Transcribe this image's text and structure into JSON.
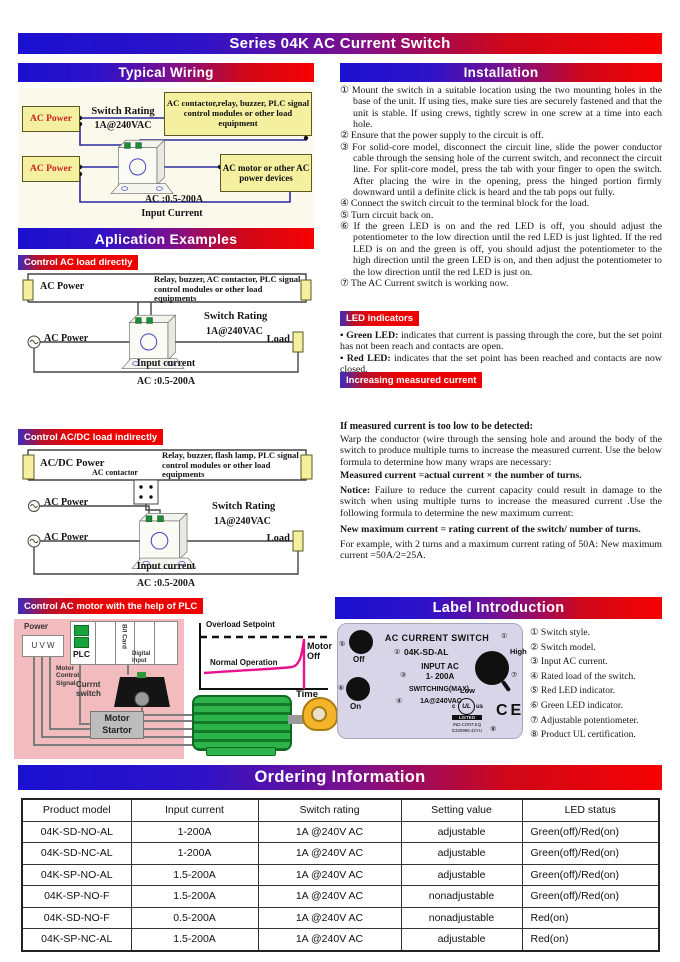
{
  "title": "Series 04K AC Current Switch",
  "colors": {
    "header_gradient_left": "#1a10d0",
    "header_gradient_right": "#f60202",
    "tag_red": "#ee0000",
    "yellow_box": "#f5efa0",
    "wire_navy": "#2a2a9e",
    "plc_pink": "#f2bcbe",
    "motor_green": "#2eb24a",
    "pump_yellow": "#f4b42a",
    "label_card_bg": "#d9d5e9",
    "curve_magenta": "#e8128c"
  },
  "typical": {
    "header": "Typical  Wiring",
    "ac_power_top": "AC Power",
    "relay_box": "AC contactor,relay, buzzer, PLC signal control modules or other load equipment",
    "rating_label": "Switch Rating",
    "rating_value": "1A@240VAC",
    "ac_power_bottom": "AC Power",
    "motor_box": "AC motor or other AC power devices",
    "range": "AC :0.5-200A",
    "input": "Input Current"
  },
  "apl": {
    "header": "Aplication Examples",
    "ex1": {
      "tag": "Control AC load directly",
      "ac_power": "AC Power",
      "relay": "Relay, buzzer, AC contactor, PLC signal control modules or other load equipments",
      "rating_label": "Switch Rating",
      "rating_value": "1A@240VAC",
      "ac_power2": "AC Power",
      "load": "Load",
      "input": "Input current",
      "range": "AC :0.5-200A"
    },
    "ex2": {
      "tag": "Control AC/DC load indirectly",
      "acdc": "AC/DC Power",
      "relay": "Relay, buzzer, flash lamp, PLC signal control modules or other load equipments",
      "contactor": "AC contactor",
      "ac_mid": "AC Power",
      "rating_label": "Switch Rating",
      "rating_value": "1A@240VAC",
      "ac_low": "AC Power",
      "load": "Load",
      "input": "Input current",
      "range": "AC :0.5-200A"
    },
    "ex3": {
      "tag": "Control AC motor with the help of PLC",
      "power": "Power",
      "uvw": "U V W",
      "plc": "PLC",
      "bi_card": "B/I Card",
      "digital": "Digital Input",
      "mcs": "Motor Control Signal",
      "cs": "Currnt switch",
      "starter": "Motor Startor",
      "overload": "Overload Setpoint",
      "normal": "Normal Operation",
      "motor_off": "Motor Off",
      "time": "Time"
    }
  },
  "install": {
    "header": "Installation",
    "steps": [
      {
        "n": "①",
        "t": "Mount the switch in a suitable location using the two mounting holes in the base of the unit. If using ties, make sure ties are securely fastened and that the unit is stable. If using crews, tightly screw in one screw at a time into each hole."
      },
      {
        "n": "②",
        "t": "Ensure that the power supply to the circuit is off."
      },
      {
        "n": "③",
        "t": "For solid-core model, disconnect the circuit line, slide the power conductor cable through the sensing hole of the current switch, and reconnect the circuit line. For split-core model, press the tab with your finger to open the switch. After placing the wire in the opening, press the hinged portion firmly downward until a definite click is heard and the tab pops out fully."
      },
      {
        "n": "④",
        "t": "Connect the switch circuit to the terminal block for the load."
      },
      {
        "n": "⑤",
        "t": "Turn circuit back on."
      },
      {
        "n": "⑥",
        "t": "If the green LED is on and the red LED is off, you should adjust the potentiometer to the low direction until the red LED is just lighted. If the red LED is on and the green is off, you should adjust the potentiometer to the high direction until the green LED is on, and then adjust the potentiometer to the low direction until the red LED is just on."
      },
      {
        "n": "⑦",
        "t": "The AC Current switch is working now."
      }
    ]
  },
  "led": {
    "tag": "LED indicators",
    "items": [
      {
        "label": "• Green LED:",
        "text": " indicates that current is passing through the core, but the set point has not been reach and contacts are open."
      },
      {
        "label": "• Red LED:",
        "text": " indicates that the set point has been reached and contacts are now closed."
      }
    ]
  },
  "increase": {
    "tag": "Increasing measured current",
    "heading": "If measured current is too low to be detected:",
    "para1": "Warp the conductor (wire through the sensing hole and around the body of the switch to produce multiple turns to increase the measured current. Use the below formula to determine how many wraps are necessary:",
    "formula1": "Measured current =actual current × the number of turns.",
    "notice_label": "Notice:",
    "notice_text": " Failure to reduce the current capacity could result in damage to the switch when using multiple turns to increase the measured current .Use the following formula to determine the new maximum current:",
    "formula2": "New maximum current = rating current of the switch/ number of turns.",
    "example": "For example, with 2 turns and a maximum current rating of 50A: New maximum current =50A/2=25A."
  },
  "label_intro": {
    "header": "Label Introduction",
    "card": {
      "title": "AC CURRENT SWITCH",
      "n1": "①",
      "n2": "②",
      "n3": "③",
      "n4": "④",
      "n5": "⑤",
      "n6": "⑥",
      "n7": "⑦",
      "n8": "⑧",
      "off": "Off",
      "on": "On",
      "high": "High",
      "low": "Low",
      "model": "04K-SD-AL",
      "input_label": "INPUT AC",
      "input_range": "1- 200A",
      "switching": "SWITCHING(MAX)",
      "switching_value": "1A@240VAC",
      "ul_c": "c",
      "ul": "UL",
      "ul_us": "us",
      "listed": "LISTED",
      "ind": "IND.CONT.EQ",
      "file": "E320998 42YU",
      "ce": "CE"
    },
    "items": [
      {
        "n": "①",
        "t": "Switch style."
      },
      {
        "n": "②",
        "t": "Switch model."
      },
      {
        "n": "③",
        "t": "Input AC current."
      },
      {
        "n": "④",
        "t": "Rated load of the switch."
      },
      {
        "n": "⑤",
        "t": "Red LED indicator."
      },
      {
        "n": "⑥",
        "t": "Green LED indicator."
      },
      {
        "n": "⑦",
        "t": "Adjustable potentiometer."
      },
      {
        "n": "⑧",
        "t": "Product UL certification."
      }
    ]
  },
  "ordering": {
    "header": "Ordering Information",
    "columns": [
      "Product model",
      "Input current",
      "Switch rating",
      "Setting value",
      "LED status"
    ],
    "rows": [
      [
        "04K-SD-NO-AL",
        "1-200A",
        "1A @240V AC",
        "adjustable",
        "Green(off)/Red(on)"
      ],
      [
        "04K-SD-NC-AL",
        "1-200A",
        "1A @240V AC",
        "adjustable",
        "Green(off)/Red(on)"
      ],
      [
        "04K-SP-NO-AL",
        "1.5-200A",
        "1A @240V AC",
        "adjustable",
        "Green(off)/Red(on)"
      ],
      [
        "04K-SP-NO-F",
        "1.5-200A",
        "1A @240V AC",
        "nonadjustable",
        "Green(off)/Red(on)"
      ],
      [
        "04K-SD-NO-F",
        "0.5-200A",
        "1A @240V AC",
        "nonadjustable",
        "Red(on)"
      ],
      [
        "04K-SP-NC-AL",
        "1.5-200A",
        "1A @240V AC",
        "adjustable",
        "Red(on)"
      ]
    ]
  }
}
